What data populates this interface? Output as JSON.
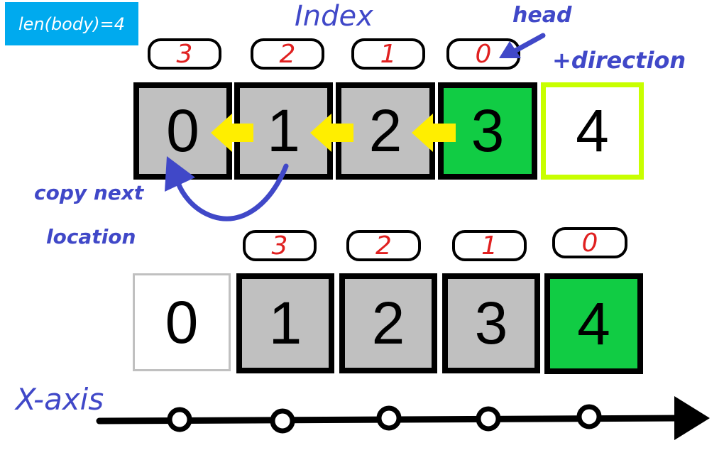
{
  "badge": "len(body)=4",
  "labels": {
    "index": "Index",
    "head": "head",
    "direction": "+direction",
    "copy1": "copy next",
    "copy2": "location",
    "xaxis": "X-axis"
  },
  "top_row": {
    "indices": [
      "3",
      "2",
      "1",
      "0"
    ],
    "cells": [
      "0",
      "1",
      "2",
      "3",
      "4"
    ]
  },
  "bottom_row": {
    "indices": [
      "3",
      "2",
      "1",
      "0"
    ],
    "cells": [
      "0",
      "1",
      "2",
      "3",
      "4"
    ]
  },
  "colors": {
    "accent": "#4048c8",
    "head": "#11cc44",
    "body": "#c0c0c0",
    "next": "#c8ff00",
    "arrow": "#ffee00",
    "index": "#e02020"
  }
}
